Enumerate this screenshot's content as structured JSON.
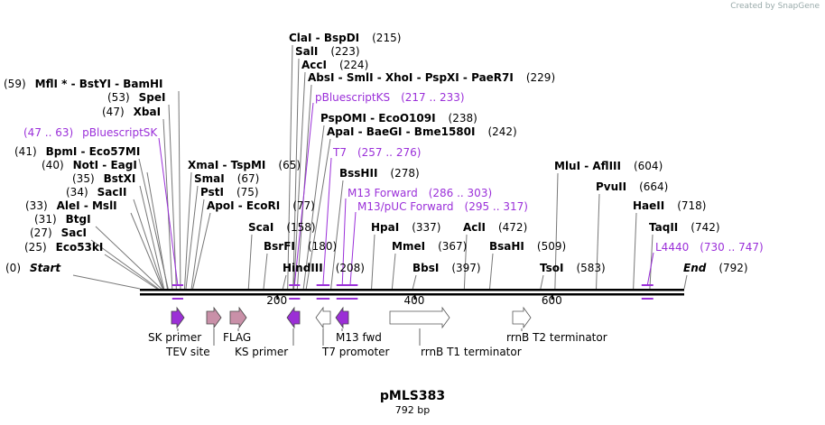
{
  "credit": "Created by SnapGene",
  "plasmid": {
    "name": "pMLS383",
    "size": "792 bp"
  },
  "sites": [
    {
      "text": "(0)",
      "name": "Start",
      "bp": 0
    },
    {
      "text": "(25)",
      "name": "Eco53kI",
      "bp": 25
    },
    {
      "text": "(27)",
      "name": "SacI",
      "bp": 27
    },
    {
      "text": "(31)",
      "name": "BtgI",
      "bp": 31
    },
    {
      "text": "(33)",
      "name": "AleI - MslI",
      "bp": 33
    },
    {
      "text": "(34)",
      "name": "SacII",
      "bp": 34
    },
    {
      "text": "(35)",
      "name": "BstXI",
      "bp": 35
    },
    {
      "text": "(40)",
      "name": "NotI - EagI",
      "bp": 40
    },
    {
      "text": "(41)",
      "name": "BpmI - Eco57MI",
      "bp": 41
    },
    {
      "text": "(47)",
      "name": "XbaI",
      "bp": 47
    },
    {
      "text": "(53)",
      "name": "SpeI",
      "bp": 53
    },
    {
      "text": "(59)",
      "name": "MflI * - BstYI - BamHI",
      "bp": 59
    },
    {
      "text": "(65)",
      "name": "XmaI - TspMI",
      "bp": 65
    },
    {
      "text": "(67)",
      "name": "SmaI",
      "bp": 67
    },
    {
      "text": "(75)",
      "name": "PstI",
      "bp": 75
    },
    {
      "text": "(77)",
      "name": "ApoI - EcoRI",
      "bp": 77
    },
    {
      "text": "(158)",
      "name": "ScaI",
      "bp": 158
    },
    {
      "text": "(180)",
      "name": "BsrFI",
      "bp": 180
    },
    {
      "text": "(208)",
      "name": "HindIII",
      "bp": 208
    },
    {
      "text": "(215)",
      "name": "ClaI - BspDI",
      "bp": 215
    },
    {
      "text": "(223)",
      "name": "SalI",
      "bp": 223
    },
    {
      "text": "(224)",
      "name": "AccI",
      "bp": 224
    },
    {
      "text": "(229)",
      "name": "AbsI - SmlI - XhoI - PspXI - PaeR7I",
      "bp": 229
    },
    {
      "text": "(238)",
      "name": "PspOMI - EcoO109I",
      "bp": 238
    },
    {
      "text": "(242)",
      "name": "ApaI - BaeGI - Bme1580I",
      "bp": 242
    },
    {
      "text": "(278)",
      "name": "BssHII",
      "bp": 278
    },
    {
      "text": "(337)",
      "name": "HpaI",
      "bp": 337
    },
    {
      "text": "(367)",
      "name": "MmeI",
      "bp": 367
    },
    {
      "text": "(397)",
      "name": "BbsI",
      "bp": 397
    },
    {
      "text": "(472)",
      "name": "AclI",
      "bp": 472
    },
    {
      "text": "(509)",
      "name": "BsaHI",
      "bp": 509
    },
    {
      "text": "(583)",
      "name": "TsoI",
      "bp": 583
    },
    {
      "text": "(604)",
      "name": "MluI - AflIII",
      "bp": 604
    },
    {
      "text": "(664)",
      "name": "PvuII",
      "bp": 664
    },
    {
      "text": "(718)",
      "name": "HaeII",
      "bp": 718
    },
    {
      "text": "(742)",
      "name": "TaqII",
      "bp": 742
    },
    {
      "text": "(792)",
      "name": "End",
      "bp": 792
    }
  ],
  "primers": [
    {
      "label": "pBluescriptSK",
      "range": "(47 .. 63)"
    },
    {
      "label": "pBluescriptKS",
      "range": "(217 .. 233)"
    },
    {
      "label": "T7",
      "range": "(257 .. 276)"
    },
    {
      "label": "M13 Forward",
      "range": "(286 .. 303)"
    },
    {
      "label": "M13/pUC Forward",
      "range": "(295 .. 317)"
    },
    {
      "label": "L4440",
      "range": "(730 .. 747)"
    }
  ],
  "ruler": {
    "ticks": [
      "200",
      "400",
      "600"
    ]
  },
  "features": [
    {
      "label": "SK primer",
      "color": "#9b2fd6",
      "direction": "right"
    },
    {
      "label": "TEV site",
      "color": "#c990a8",
      "direction": "right"
    },
    {
      "label": "FLAG",
      "color": "#c990a8",
      "direction": "right"
    },
    {
      "label": "KS primer",
      "color": "#9b2fd6",
      "direction": "left"
    },
    {
      "label": "T7 promoter",
      "color": "#ffffff",
      "direction": "left"
    },
    {
      "label": "M13 fwd",
      "color": "#9b2fd6",
      "direction": "left"
    },
    {
      "label": "rrnB T1 terminator",
      "color": "#ffffff",
      "direction": "right"
    },
    {
      "label": "rrnB T2 terminator",
      "color": "#ffffff",
      "direction": "right"
    }
  ]
}
